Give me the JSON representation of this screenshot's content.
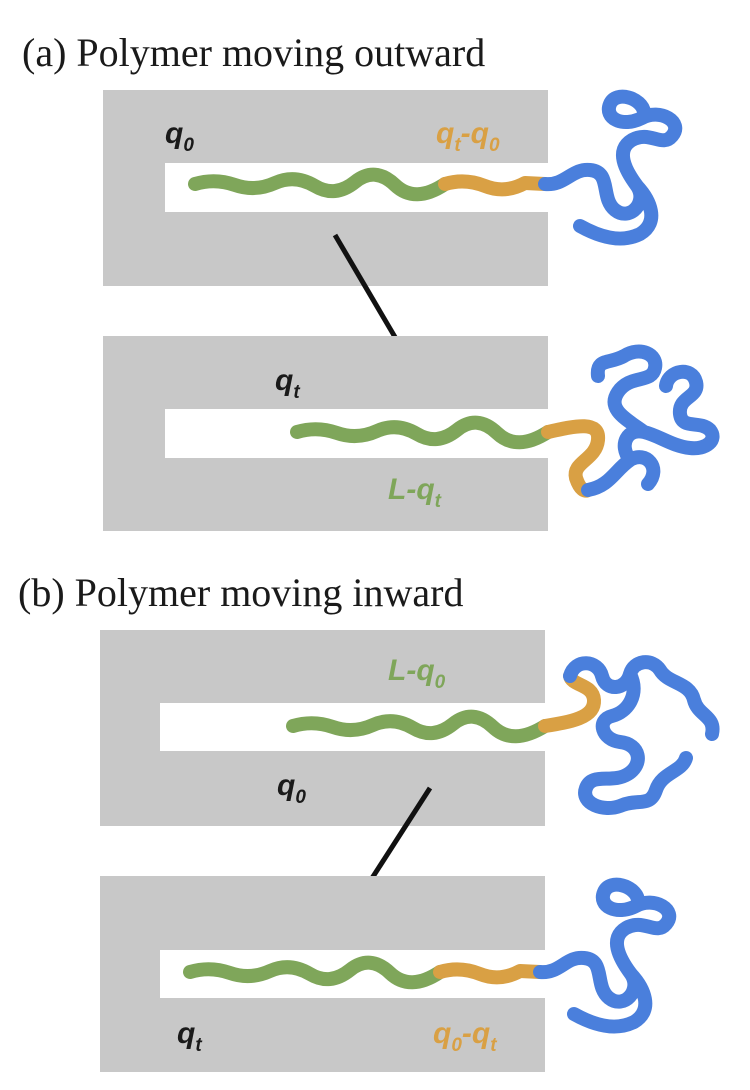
{
  "panels": {
    "a": {
      "heading": "(a) Polymer moving outward"
    },
    "b": {
      "heading": "(b) Polymer moving inward"
    }
  },
  "labels": {
    "a_top_q0": {
      "main": "q",
      "sub": "0"
    },
    "a_top_diff": {
      "m1": "q",
      "s1": "t",
      "dash": "-",
      "m2": "q",
      "s2": "0"
    },
    "a_bot_qt": {
      "main": "q",
      "sub": "t"
    },
    "a_bot_Lqt": {
      "pre": "L-",
      "main": "q",
      "sub": "t"
    },
    "b_top_Lq0": {
      "pre": "L-",
      "main": "q",
      "sub": "0"
    },
    "b_top_q0": {
      "main": "q",
      "sub": "0"
    },
    "b_bot_qt": {
      "main": "q",
      "sub": "t"
    },
    "b_bot_diff": {
      "m1": "q",
      "s1": "0",
      "dash": "-",
      "m2": "q",
      "s2": "t"
    }
  },
  "colors": {
    "pore": "#c8c8c8",
    "green_segment": "#7fa65a",
    "orange_segment": "#d9a044",
    "blue_segment": "#4a7fdc",
    "arrow": "#111111",
    "label_dark": "#1a1a1a"
  }
}
